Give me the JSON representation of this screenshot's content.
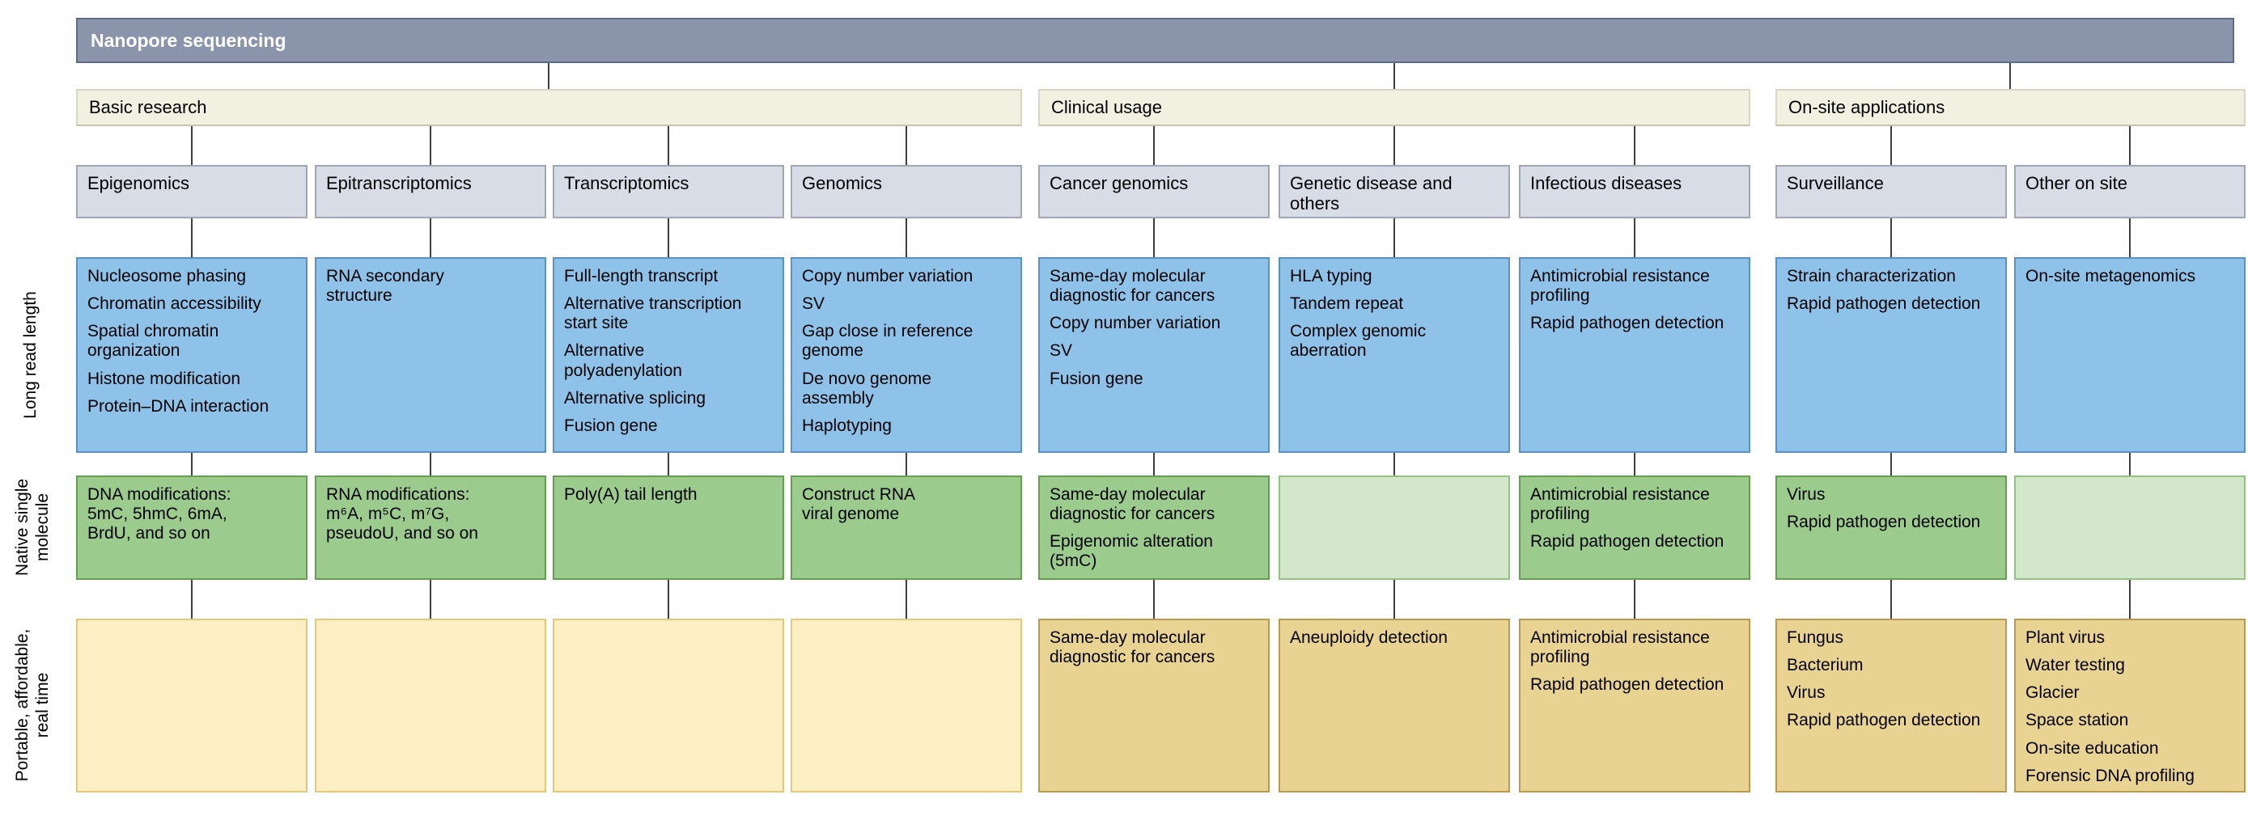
{
  "title": "Nanopore sequencing",
  "row_labels": {
    "long_read": "Long read length",
    "native": "Native single\nmolecule",
    "portable": "Portable, affordable,\nreal time"
  },
  "groups": [
    {
      "label": "Basic research"
    },
    {
      "label": "Clinical usage"
    },
    {
      "label": "On-site applications"
    }
  ],
  "columns": [
    {
      "header": "Epigenomics",
      "long": [
        "Nucleosome phasing",
        "Chromatin accessibility",
        "Spatial chromatin\norganization",
        "Histone modification",
        "Protein–DNA interaction"
      ],
      "native": [
        "DNA modifications:\n5mC, 5hmC, 6mA,\nBrdU, and so on"
      ],
      "portable": []
    },
    {
      "header": "Epitranscriptomics",
      "long": [
        "RNA secondary\nstructure"
      ],
      "native": [
        "RNA modifications:\nm⁶A, m⁵C, m⁷G,\npseudoU, and so on"
      ],
      "portable": []
    },
    {
      "header": "Transcriptomics",
      "long": [
        "Full-length transcript",
        "Alternative transcription\nstart site",
        "Alternative\npolyadenylation",
        "Alternative splicing",
        "Fusion gene"
      ],
      "native": [
        "Poly(A) tail length"
      ],
      "portable": []
    },
    {
      "header": "Genomics",
      "long": [
        "Copy number variation",
        "SV",
        "Gap close in reference\ngenome",
        "De novo genome\nassembly",
        "Haplotyping"
      ],
      "native": [
        "Construct RNA\nviral genome"
      ],
      "portable": []
    },
    {
      "header": "Cancer genomics",
      "long": [
        "Same-day molecular\ndiagnostic for cancers",
        "Copy number variation",
        "SV",
        "Fusion gene"
      ],
      "native": [
        "Same-day molecular\ndiagnostic for cancers",
        "Epigenomic alteration\n(5mC)"
      ],
      "portable": [
        "Same-day molecular\ndiagnostic for cancers"
      ]
    },
    {
      "header": "Genetic disease and\nothers",
      "long": [
        "HLA typing",
        "Tandem repeat",
        "Complex genomic\naberration"
      ],
      "native": [],
      "portable": [
        "Aneuploidy detection"
      ]
    },
    {
      "header": "Infectious diseases",
      "long": [
        "Antimicrobial resistance\nprofiling",
        "Rapid pathogen detection"
      ],
      "native": [
        "Antimicrobial resistance\nprofiling",
        "Rapid pathogen detection"
      ],
      "portable": [
        "Antimicrobial resistance\nprofiling",
        "Rapid pathogen detection"
      ]
    },
    {
      "header": "Surveillance",
      "long": [
        "Strain characterization",
        "Rapid pathogen detection"
      ],
      "native": [
        "Virus",
        "Rapid pathogen detection"
      ],
      "portable": [
        "Fungus",
        "Bacterium",
        "Virus",
        "Rapid pathogen detection"
      ]
    },
    {
      "header": "Other on site",
      "long": [
        "On-site metagenomics"
      ],
      "native": [],
      "portable": [
        "Plant virus",
        "Water testing",
        "Glacier",
        "Space station",
        "On-site education",
        "Forensic DNA profiling"
      ]
    }
  ],
  "colors": {
    "root_gray": "#8a94aa",
    "group_cream": "#f1f0e1",
    "category_gray_blue": "#d8dce6",
    "long_read_blue": "#8fc2e9",
    "native_green": "#9ccb8e",
    "native_green_empty": "#d5e7ca",
    "portable_yellow": "#e9d393",
    "portable_yellow_empty": "#fbefc3",
    "connector": "#3f3f3f"
  }
}
